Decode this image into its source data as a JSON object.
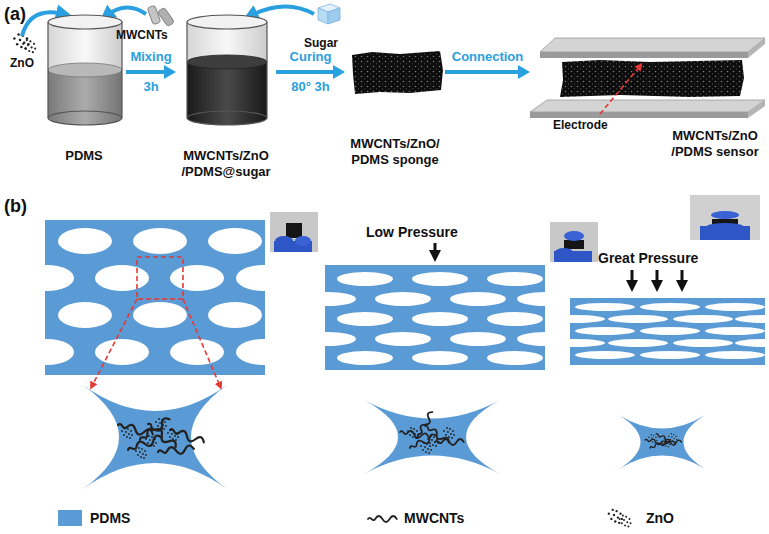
{
  "diagram": {
    "nodes": [
      {
        "text": [
          "PDMS"
        ]
      },
      {
        "text": [
          "MWCNTs/ZnO /PDMS@sugar"
        ]
      },
      {
        "text": [
          "MWCNTs/ZnO/ PDMS sponge"
        ]
      },
      {
        "text": [
          "MWCNTs/ZnO /PDMS sensor"
        ]
      }
    ],
    "edges": [
      {
        "from": 0,
        "to": 1,
        "arrow": "to",
        "label": "Mixing 3h"
      },
      {
        "from": 1,
        "to": 2,
        "arrow": "to",
        "label": "Curing 80° 3h"
      },
      {
        "from": 2,
        "to": 3,
        "arrow": "to",
        "label": "Connection"
      }
    ],
    "labels": [
      "(a)",
      "ZnO",
      "MWCNTs",
      "Sugar",
      "Electrode",
      "(b)",
      "Low Pressure",
      "Great Pressure"
    ],
    "legend": [
      {
        "text": "PDMS",
        "color": "#5b9bd5"
      },
      {
        "text": "MWCNTs"
      },
      {
        "text": "ZnO"
      }
    ]
  }
}
